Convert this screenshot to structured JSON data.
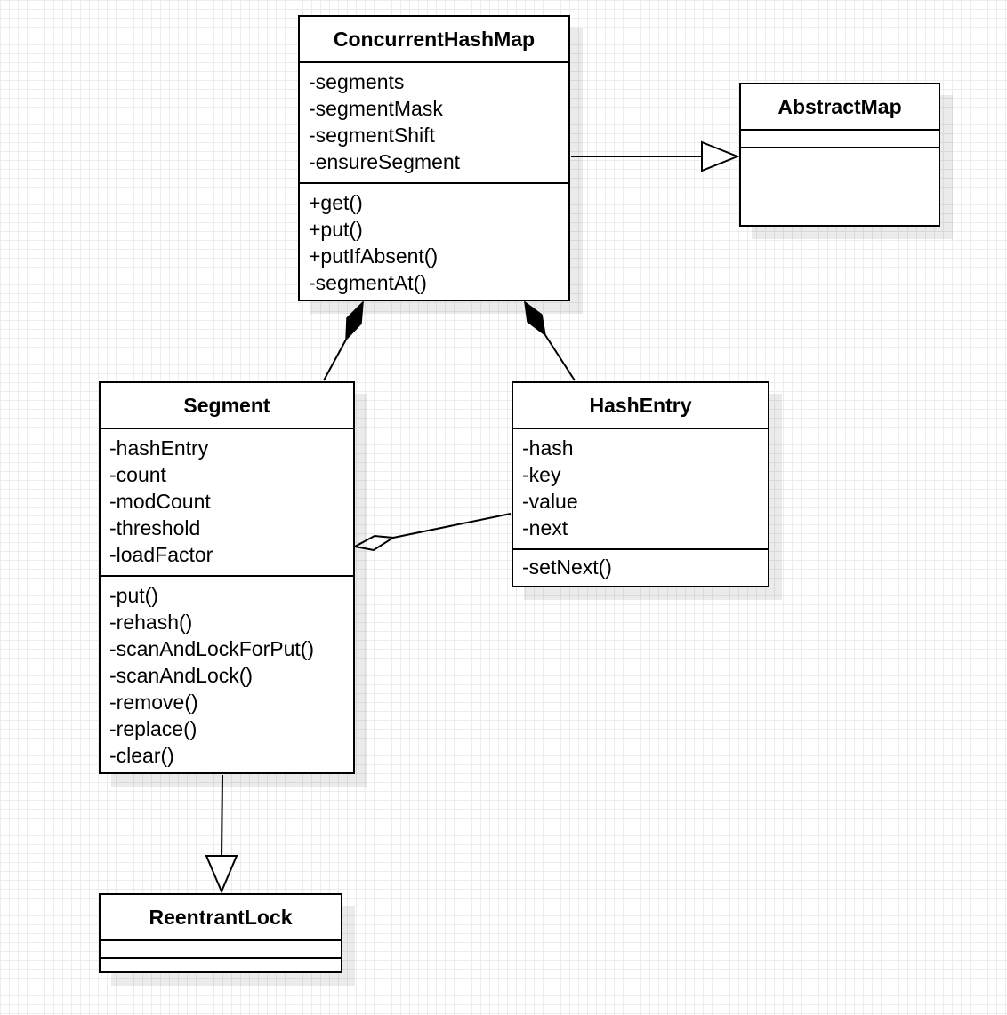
{
  "classes": {
    "concurrent_hash_map": {
      "name": "ConcurrentHashMap",
      "attributes": [
        "-segments",
        "-segmentMask",
        "-segmentShift",
        "-ensureSegment"
      ],
      "operations": [
        "+get()",
        "+put()",
        "+putIfAbsent()",
        "-segmentAt()"
      ]
    },
    "abstract_map": {
      "name": "AbstractMap",
      "attributes": [],
      "operations": []
    },
    "segment": {
      "name": "Segment",
      "attributes": [
        "-hashEntry",
        "-count",
        "-modCount",
        "-threshold",
        "-loadFactor"
      ],
      "operations": [
        "-put()",
        "-rehash()",
        "-scanAndLockForPut()",
        "-scanAndLock()",
        "-remove()",
        "-replace()",
        "-clear()"
      ]
    },
    "hash_entry": {
      "name": "HashEntry",
      "attributes": [
        "-hash",
        "-key",
        "-value",
        "-next"
      ],
      "operations": [
        "-setNext()"
      ]
    },
    "reentrant_lock": {
      "name": "ReentrantLock",
      "attributes": [],
      "operations": []
    }
  },
  "relations": [
    {
      "type": "generalization",
      "from": "ConcurrentHashMap",
      "to": "AbstractMap"
    },
    {
      "type": "composition",
      "whole": "ConcurrentHashMap",
      "part": "Segment"
    },
    {
      "type": "composition",
      "whole": "ConcurrentHashMap",
      "part": "HashEntry"
    },
    {
      "type": "aggregation",
      "whole": "Segment",
      "part": "HashEntry"
    },
    {
      "type": "generalization",
      "from": "Segment",
      "to": "ReentrantLock"
    }
  ]
}
